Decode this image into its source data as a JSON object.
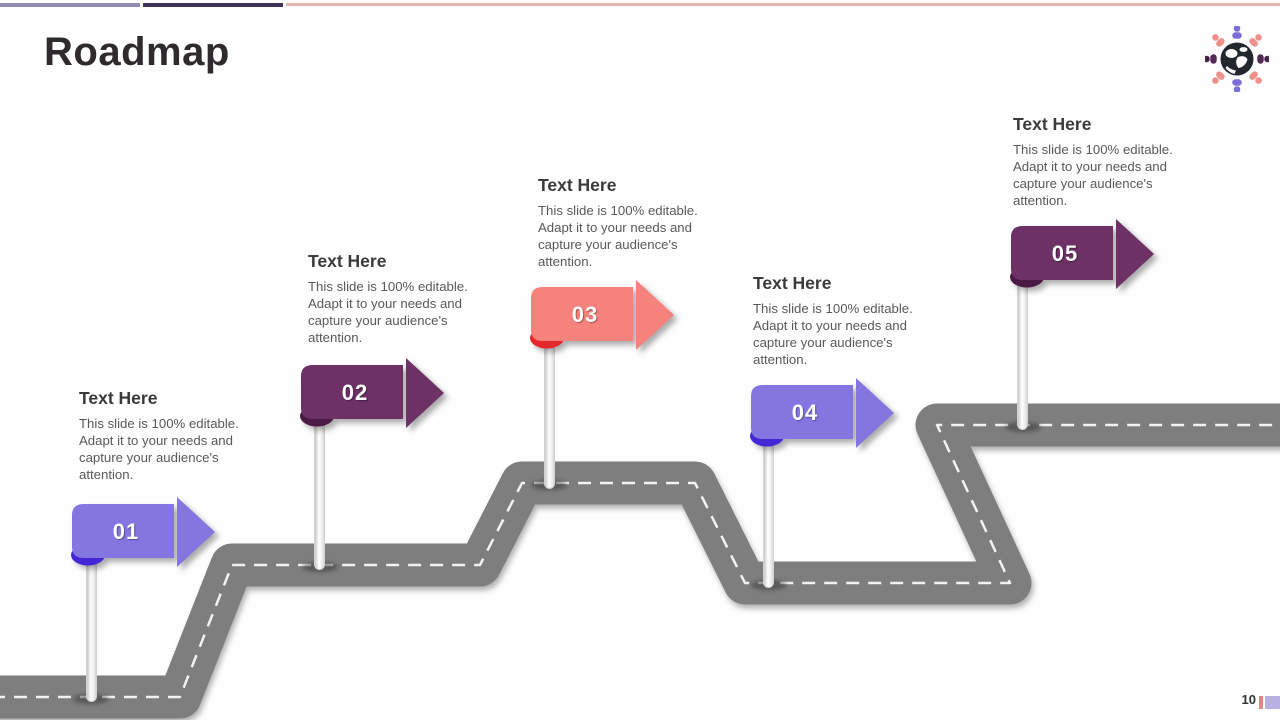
{
  "slide": {
    "title": "Roadmap"
  },
  "header": {
    "top_bar_colors": [
      "#938BB0",
      "#3F3457",
      "#E6B6B2"
    ]
  },
  "logo": {
    "name": "globe-people-logo",
    "globe_color": "#23282E",
    "dot_color": "#3A2140",
    "person_colors": [
      "#7A6FD6",
      "#EF918B",
      "#532A56",
      "#EF918B",
      "#7A6FD6",
      "#EF918B",
      "#532A56",
      "#EF918B"
    ]
  },
  "road": {
    "color": "#7E7E7E",
    "dash_color": "#F2F2F2"
  },
  "milestones": [
    {
      "number": "01",
      "title": "Text Here",
      "description": "This slide is 100% editable. Adapt it to your needs and capture your audience's attention.",
      "arrow_color": "#8476E0",
      "fold_color": "#4527D8"
    },
    {
      "number": "02",
      "title": "Text Here",
      "description": "This slide is 100% editable. Adapt it to your needs and capture your audience's attention.",
      "arrow_color": "#6E3166",
      "fold_color": "#4A1A45"
    },
    {
      "number": "03",
      "title": "Text Here",
      "description": "This slide is 100% editable. Adapt it to your needs and capture your audience's attention.",
      "arrow_color": "#F5827C",
      "fold_color": "#E5292B"
    },
    {
      "number": "04",
      "title": "Text Here",
      "description": "This slide is 100% editable. Adapt it to your needs and capture your audience's attention.",
      "arrow_color": "#8476E0",
      "fold_color": "#4527D8"
    },
    {
      "number": "05",
      "title": "Text Here",
      "description": "This slide is 100% editable. Adapt it to your needs and capture your audience's attention.",
      "arrow_color": "#6E3166",
      "fold_color": "#4A1A45"
    }
  ],
  "footer": {
    "page_number": "10",
    "tick_colors": [
      "#D98A85",
      "#B8B1E1"
    ]
  }
}
